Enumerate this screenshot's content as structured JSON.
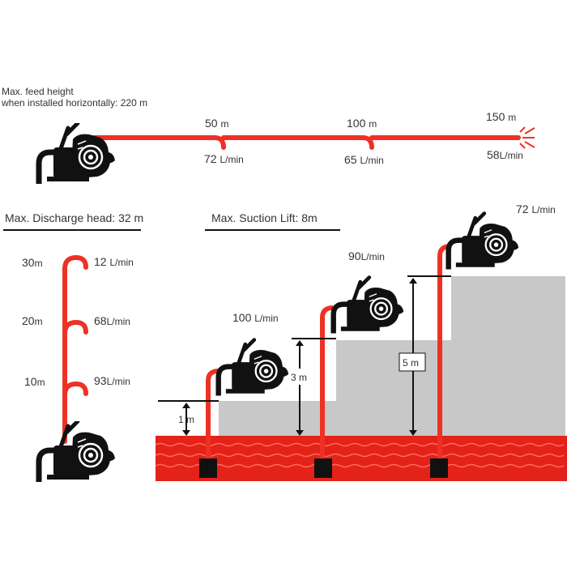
{
  "colors": {
    "hose": "#ee3124",
    "water": "#e3221a",
    "ground": "#c8c8c8",
    "pump": "#111111"
  },
  "horizontal": {
    "note_line1": "Max. feed height",
    "note_line2": "when installed horizontally: 220 m",
    "points": [
      {
        "distance": "50",
        "unit": "m",
        "flow": "72",
        "flow_unit": "L/min"
      },
      {
        "distance": "100",
        "unit": "m",
        "flow": "65",
        "flow_unit": "L/min"
      },
      {
        "distance": "150",
        "unit": "m",
        "flow": "58",
        "flow_unit": "L/min"
      }
    ]
  },
  "discharge": {
    "title": "Max. Discharge head: 32 m",
    "points": [
      {
        "height": "30",
        "unit": "m",
        "flow": "12",
        "flow_unit": "L/min"
      },
      {
        "height": "20",
        "unit": "m",
        "flow": "68",
        "flow_unit": "L/min"
      },
      {
        "height": "10",
        "unit": "m",
        "flow": "93",
        "flow_unit": "L/min"
      }
    ]
  },
  "suction": {
    "title": "Max. Suction Lift: 8m",
    "steps": [
      {
        "lift": "1 m",
        "flow": "100",
        "flow_unit": "L/min"
      },
      {
        "lift": "3 m",
        "flow": "90",
        "flow_unit": "L/min"
      },
      {
        "lift": "5 m",
        "flow": "72",
        "flow_unit": "L/min"
      }
    ]
  }
}
